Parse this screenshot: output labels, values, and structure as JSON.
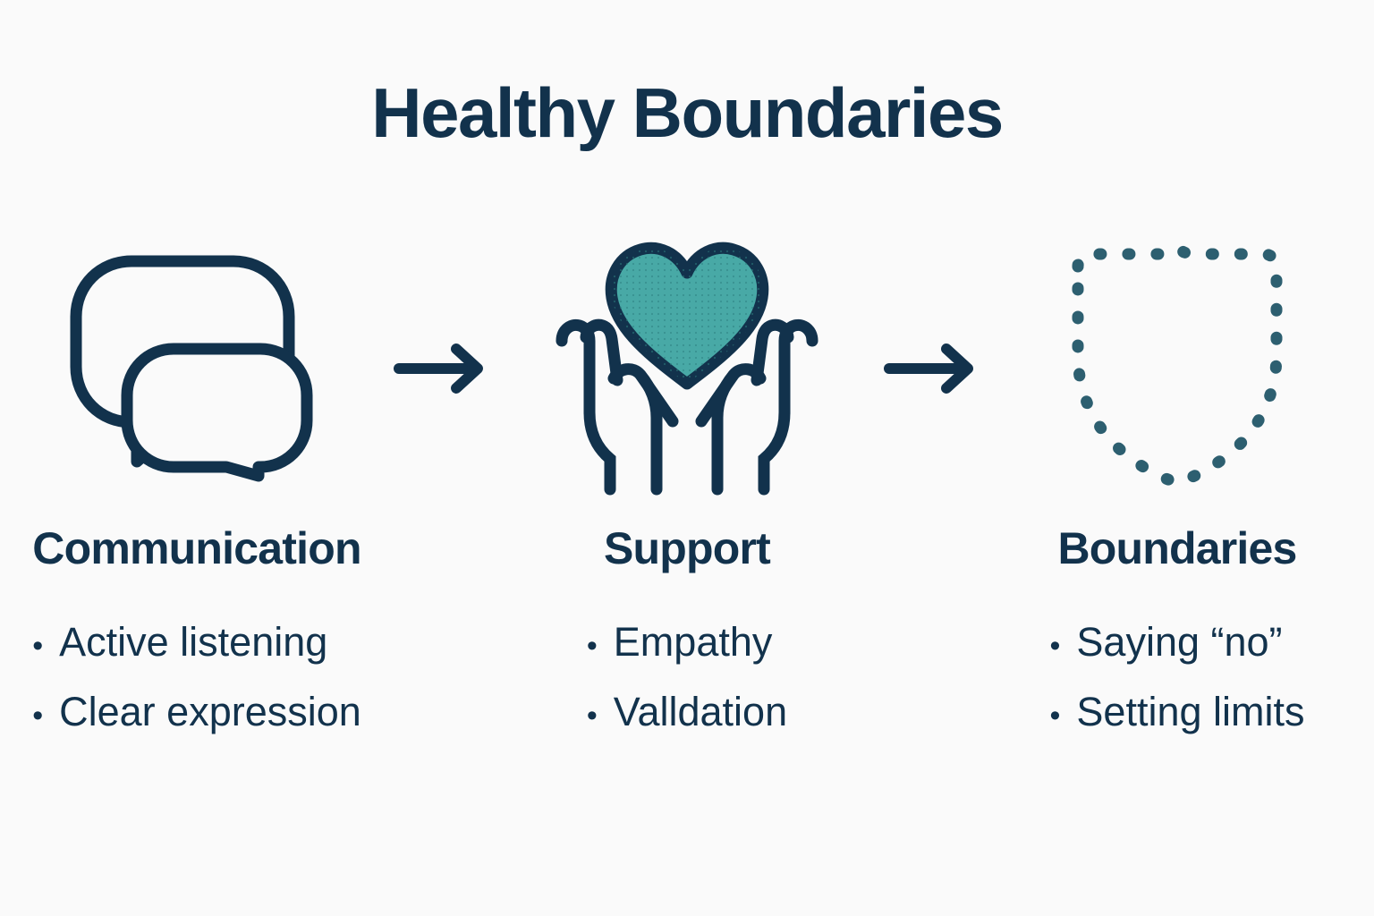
{
  "page": {
    "title": "Healthy Boundaries",
    "background_color": "#fafafa",
    "navy": "#12324c",
    "teal": "#48a9a6",
    "shield_dash_color": "#2d5f70"
  },
  "columns": [
    {
      "heading": "Communication",
      "icon": "speech-bubbles-icon",
      "bullet_marker": "•",
      "bullets": [
        "Active listening",
        "Clear expression"
      ]
    },
    {
      "heading": "Support",
      "icon": "heart-in-hands-icon",
      "bullet_marker": "•",
      "bullets": [
        "Empathy",
        "Valldation"
      ]
    },
    {
      "heading": "Boundaries",
      "icon": "dashed-shield-icon",
      "bullet_marker": "•",
      "bullets": [
        "Saying “no”",
        "Setting limits"
      ]
    }
  ],
  "arrows": [
    {
      "name": "arrow-communication-to-support",
      "direction": "right"
    },
    {
      "name": "arrow-support-to-boundaries",
      "direction": "right"
    }
  ]
}
